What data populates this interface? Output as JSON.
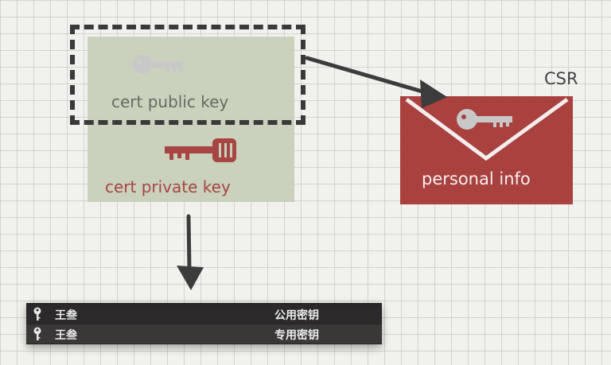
{
  "diagram": {
    "certificate": {
      "public_key_label": "cert public key",
      "private_key_label": "cert private key",
      "public_key_color": "#c8c8c8",
      "private_key_color": "#a64542",
      "box_color": "#c7d0bc"
    },
    "csr": {
      "title": "CSR",
      "body_label": "personal info",
      "color": "#a9413f"
    }
  },
  "keychain": {
    "rows": [
      {
        "name": "王叁",
        "kind": "公用密钥",
        "icon": "key-icon"
      },
      {
        "name": "王叁",
        "kind": "专用密钥",
        "icon": "key-icon"
      }
    ]
  }
}
